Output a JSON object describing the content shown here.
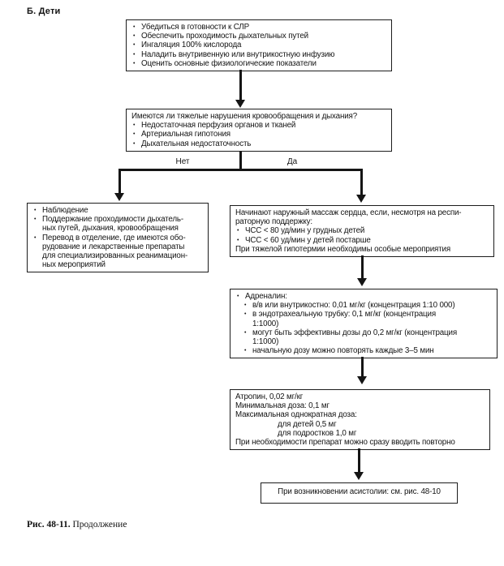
{
  "section_title": "Б. Дети",
  "prep": {
    "items": [
      "Убедиться в готовности к СЛР",
      "Обеспечить проходимость дыхательных путей",
      "Ингаляция 100% кислорода",
      "Наладить внутривенную или внутрикостную инфузию",
      "Оценить основные физиологические показатели"
    ]
  },
  "question": {
    "heading": "Имеются ли тяжелые нарушения кровообращения и дыхания?",
    "items": [
      "Недостаточная перфузия органов и тканей",
      "Артериальная гипотония",
      "Дыхательная недостаточность"
    ]
  },
  "branch": {
    "no": "Нет",
    "yes": "Да"
  },
  "observe": {
    "items": [
      "Наблюдение",
      "Поддержание проходимости дыхатель-\nных путей, дыхания, кровообращения",
      "Перевод в отделение, где имеются обо-\nрудование и лекарственные препараты\nдля специализированных реанимацион-\nных мероприятий"
    ]
  },
  "massage": {
    "lead": "Начинают наружный массаж сердца, если, несмотря на респи-\nраторную поддержку:",
    "items": [
      "ЧСС < 80 уд/мин у грудных детей",
      "ЧСС < 60 уд/мин у детей постарше"
    ],
    "footer": "При тяжелой гипотермии необходимы особые мероприятия"
  },
  "adrenaline": {
    "label": "Адреналин:",
    "items": [
      "в/в или внутрикостно: 0,01 мг/кг (концентрация 1:10 000)",
      "в эндотрахеальную трубку: 0,1 мг/кг (концентрация\n1:1000)",
      "могут быть эффективны дозы до 0,2 мг/кг (концентрация\n1:1000)",
      "начальную дозу можно повторять каждые 3–5 мин"
    ]
  },
  "atropine": {
    "lines": [
      "Атропин, 0,02 мг/кг",
      "Минимальная доза: 0,1 мг",
      "Максимальная однократная доза:"
    ],
    "indented": [
      "для детей 0,5 мг",
      "для подростков 1,0 мг"
    ],
    "footer": "При необходимости препарат можно сразу вводить повторно"
  },
  "asystole": {
    "text": "При возникновении асистолии: см. рис. 48-10"
  },
  "caption": {
    "label": "Рис. 48-11.",
    "text": "Продолжение"
  }
}
